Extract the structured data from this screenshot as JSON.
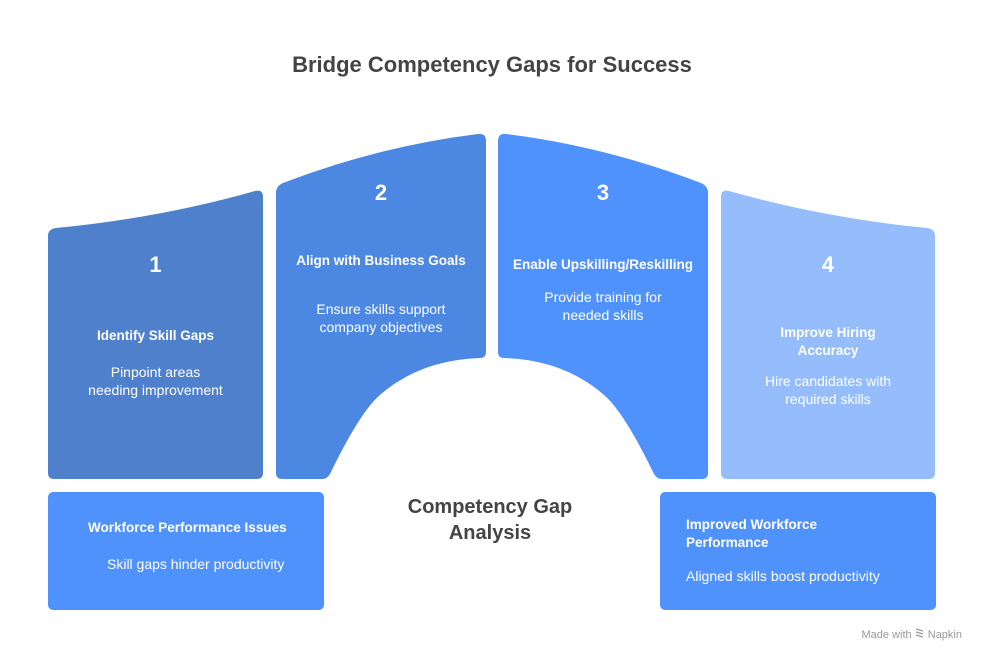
{
  "title": "Bridge Competency Gaps for Success",
  "center_label": "Competency Gap Analysis",
  "steps": [
    {
      "number": "1",
      "heading": "Identify Skill Gaps",
      "description": "Pinpoint areas needing improvement",
      "color": "#4E80CB"
    },
    {
      "number": "2",
      "heading": "Align with Business Goals",
      "description": "Ensure skills support company objectives",
      "color": "#4C88E2"
    },
    {
      "number": "3",
      "heading": "Enable Upskilling/Reskilling",
      "description": "Provide training for needed skills",
      "color": "#5092FC"
    },
    {
      "number": "4",
      "heading": "Improve Hiring Accuracy",
      "description": "Hire candidates with required skills",
      "color": "#95BDFB"
    }
  ],
  "start_box": {
    "heading": "Workforce Performance Issues",
    "description": "Skill gaps hinder productivity",
    "color": "#5092FC"
  },
  "end_box": {
    "heading": "Improved Workforce Performance",
    "description": "Aligned skills boost productivity",
    "color": "#5092FC"
  },
  "watermark": {
    "prefix": "Made with",
    "brand": "Napkin",
    "icon": "napkin-logo-icon"
  }
}
